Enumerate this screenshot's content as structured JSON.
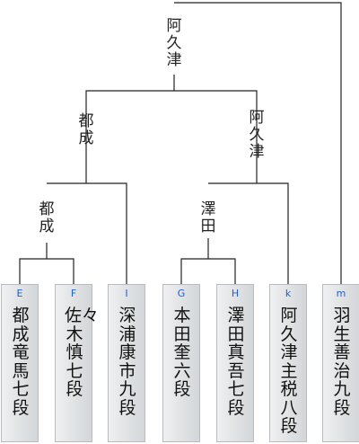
{
  "players": [
    {
      "code": "E",
      "name": "都成竜馬七段"
    },
    {
      "code": "F",
      "name": "佐々木慎七段"
    },
    {
      "code": "I",
      "name": "深浦康市九段"
    },
    {
      "code": "G",
      "name": "本田　奎六段"
    },
    {
      "code": "H",
      "name": "澤田真吾七段"
    },
    {
      "code": "k",
      "name": "阿久津主税八段"
    },
    {
      "code": "m",
      "name": "羽生善治九段"
    }
  ],
  "winners": {
    "final": "阿久津",
    "semi_left": "都成",
    "semi_right": "阿久津",
    "quarter_left": "都成",
    "quarter_right": "澤田"
  }
}
